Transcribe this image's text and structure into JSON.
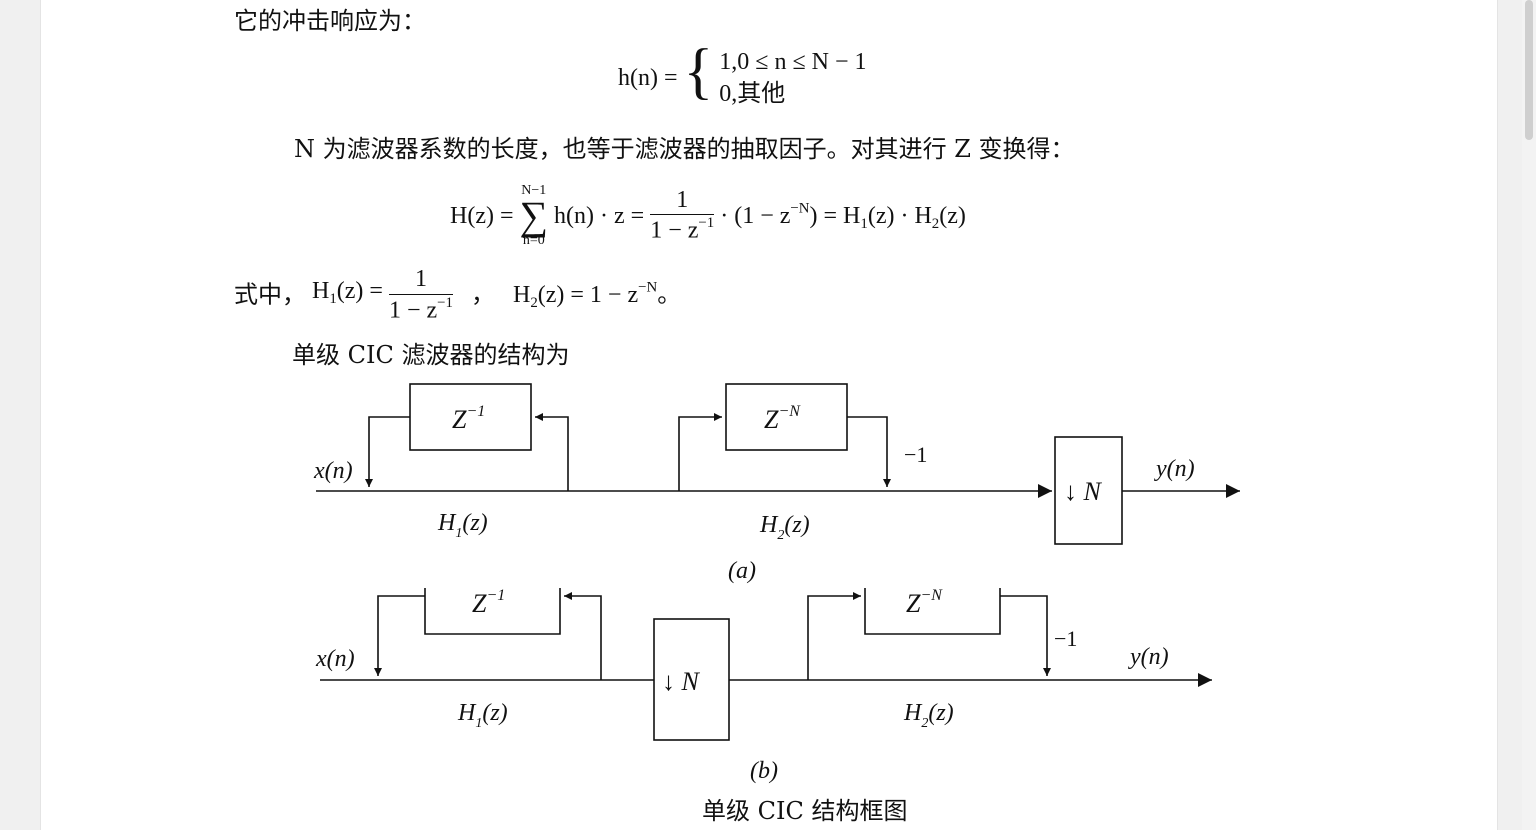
{
  "doc": {
    "intro": "它的冲击响应为：",
    "impulse": {
      "lhs": "h(n) =",
      "case1": "1,0 ≤ n ≤ N − 1",
      "case2_value": "0,",
      "case2_text": "其他"
    },
    "para_n": "N 为滤波器系数的长度，也等于滤波器的抽取因子。对其进行 Z 变换得：",
    "z_transform": {
      "lhs": "H(z) =",
      "sum_upper": "N−1",
      "sum_lower": "n=0",
      "sum_body": "h(n) · z =",
      "frac_num": "1",
      "frac_den": "1 − z",
      "frac_den_exp": "−1",
      "tail": "· (1 − z",
      "tail_exp": "−N",
      "tail_rest": ") = H",
      "h1_sub": "1",
      "mid": "(z) · H",
      "h2_sub": "2",
      "end": "(z)"
    },
    "where": {
      "prefix": "式中，",
      "h1_lhs": "H",
      "h1_sub": "1",
      "h1_rest": "(z) =",
      "num": "1",
      "den": "1 − z",
      "den_exp": "−1",
      "sep": "，",
      "h2_lhs": "H",
      "h2_sub": "2",
      "h2_rest": "(z) = 1 − z",
      "h2_exp": "−N",
      "end": "。"
    },
    "structure_line": "单级 CIC 滤波器的结构为"
  },
  "diagram": {
    "a": {
      "delay1": "Z",
      "delay1_exp": "−1",
      "delay2": "Z",
      "delay2_exp": "−N",
      "neg_one": "−1",
      "input": "x(n)",
      "output": "y(n)",
      "downsample": "↓ N",
      "h1": "H",
      "h1_sub": "1",
      "h1_rest": "(z)",
      "h2": "H",
      "h2_sub": "2",
      "h2_rest": "(z)",
      "caption": "(a)"
    },
    "b": {
      "delay1": "Z",
      "delay1_exp": "−1",
      "delay2": "Z",
      "delay2_exp": "−N",
      "neg_one": "−1",
      "input": "x(n)",
      "output": "y(n)",
      "downsample": "↓ N",
      "h1": "H",
      "h1_sub": "1",
      "h1_rest": "(z)",
      "h2": "H",
      "h2_sub": "2",
      "h2_rest": "(z)",
      "caption": "(b)"
    },
    "figure_caption": "单级 CIC 结构框图"
  }
}
